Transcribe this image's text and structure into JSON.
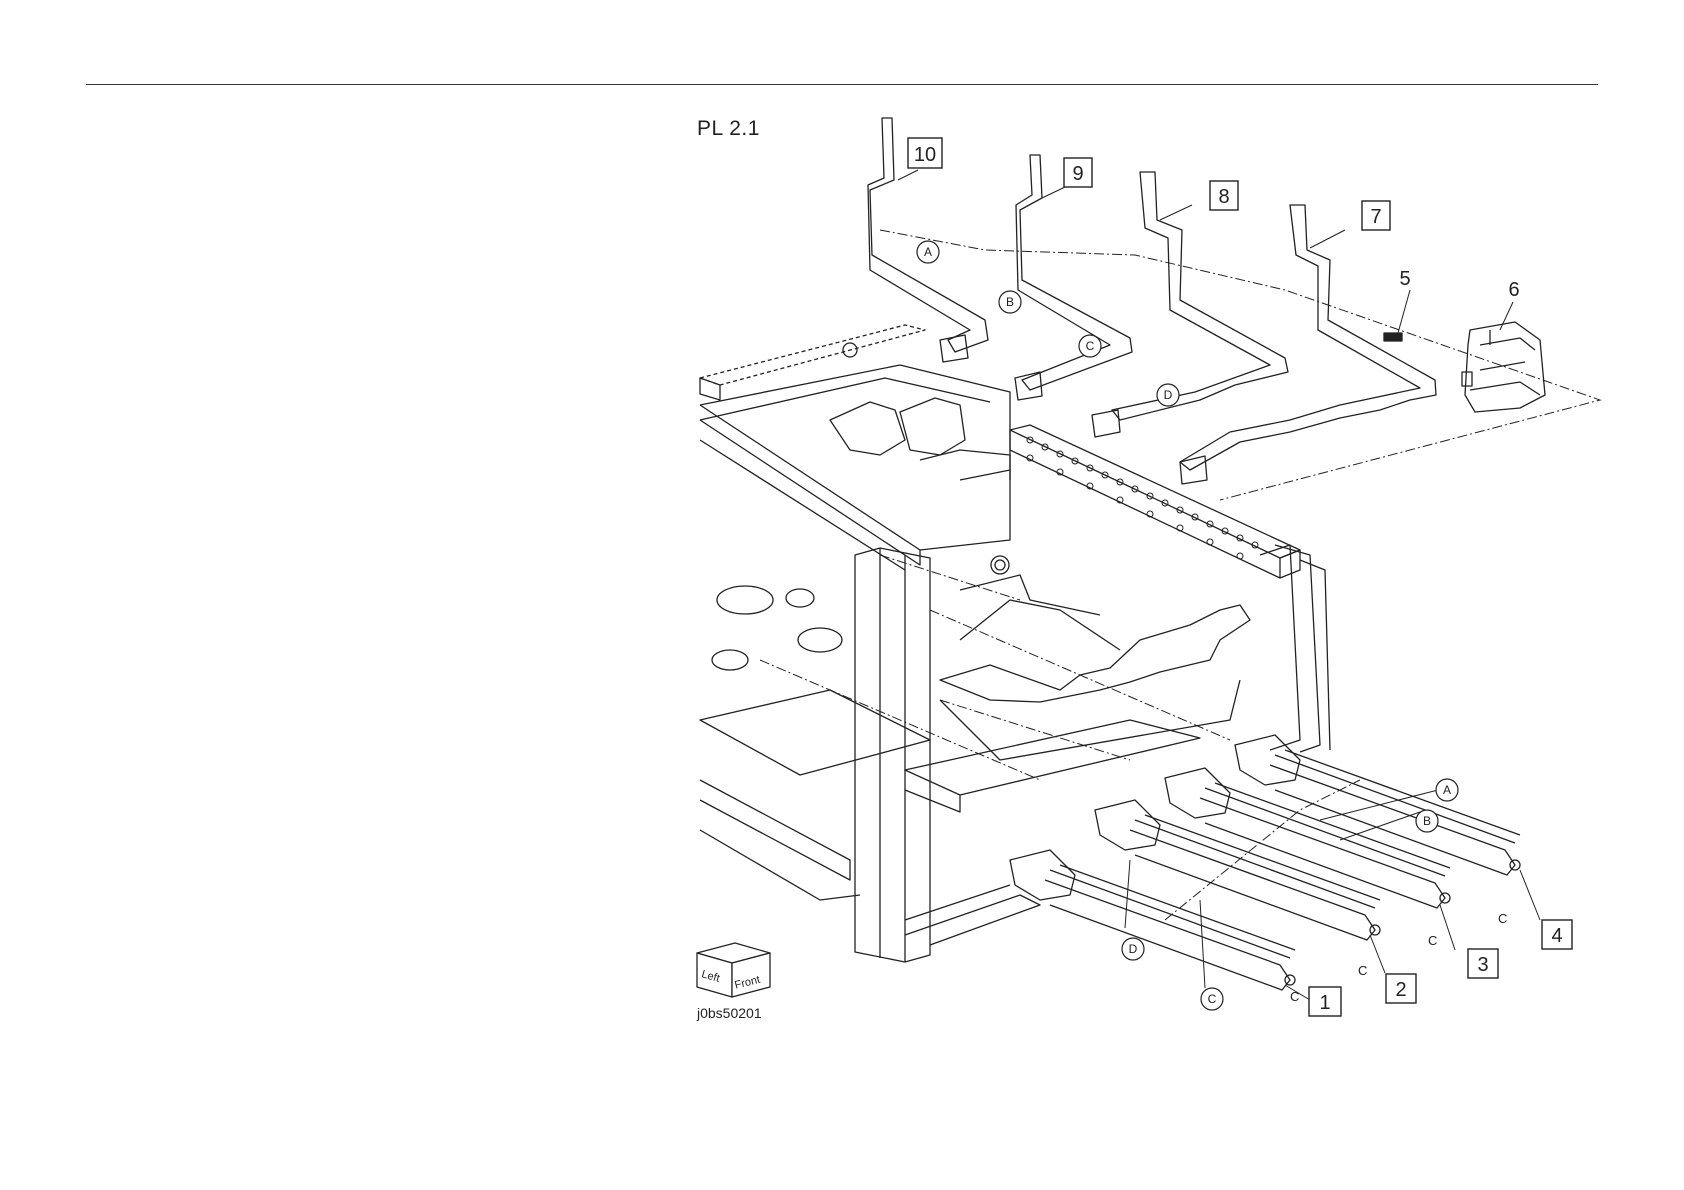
{
  "figure": {
    "plate": "PL 2.1",
    "figure_id": "j0bs50201",
    "orientation_cube": {
      "left_label": "Left",
      "front_label": "Front"
    },
    "boxed_callouts": [
      "10",
      "9",
      "8",
      "7",
      "1",
      "2",
      "3",
      "4"
    ],
    "plain_callouts": [
      "5",
      "6"
    ],
    "circled_references": [
      "A",
      "B",
      "C",
      "D"
    ],
    "tail_letter": "C"
  }
}
